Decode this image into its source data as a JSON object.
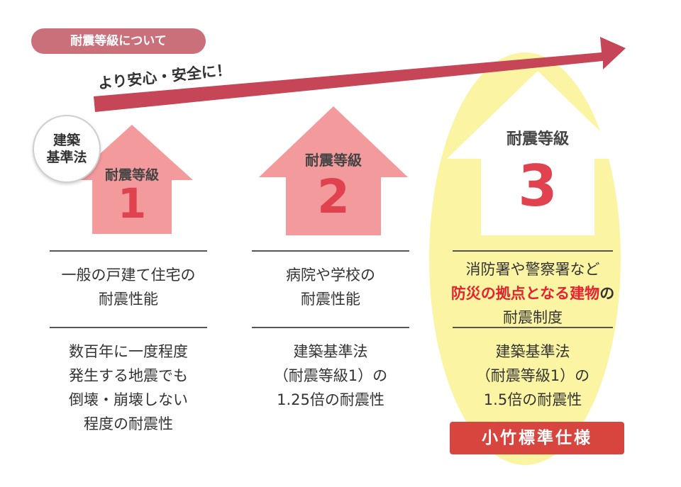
{
  "header": {
    "title": "耐震等級について"
  },
  "arrow": {
    "label": "より安心・安全に！",
    "color": "#c64556"
  },
  "kijun_badge": {
    "line1": "建築",
    "line2": "基準法"
  },
  "colors": {
    "pink_house": "#f29a9c",
    "white_house": "#ffffff",
    "number_red": "#e0434f",
    "ellipse_yellow": "#fbf4a3",
    "badge_red": "#d8453f"
  },
  "columns": [
    {
      "grade_label": "耐震等級",
      "grade_number": "1",
      "desc_lines": [
        "一般の戸建て住宅の",
        "耐震性能"
      ],
      "detail_lines": [
        "数百年に一度程度",
        "発生する地震でも",
        "倒壊・崩壊しない",
        "程度の耐震性"
      ]
    },
    {
      "grade_label": "耐震等級",
      "grade_number": "2",
      "desc_lines": [
        "病院や学校の",
        "耐震性能"
      ],
      "detail_lines": [
        "建築基準法",
        "（耐震等級1）の",
        "1.25倍の耐震性"
      ]
    },
    {
      "grade_label": "耐震等級",
      "grade_number": "3",
      "desc_line1": "消防署や警察署など",
      "desc_line2_red": "防災の拠点となる建物",
      "desc_line2_rest": "の",
      "desc_line3": "耐震制度",
      "detail_lines": [
        "建築基準法",
        "（耐震等級1）の",
        "1.5倍の耐震性"
      ]
    }
  ],
  "spec_badge": {
    "label": "小竹標準仕様"
  }
}
